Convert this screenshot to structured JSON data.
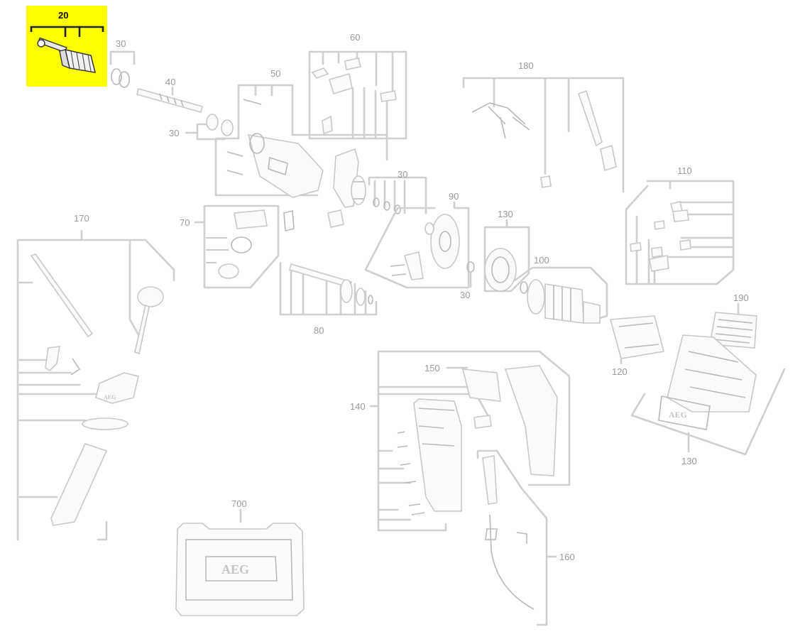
{
  "highlight_color": "#ffff00",
  "brand": "AEG",
  "labels": {
    "g20": "20",
    "g30a": "30",
    "g30b": "30",
    "g30c": "30",
    "g30d": "30",
    "g40": "40",
    "g50": "50",
    "g60": "60",
    "g70": "70",
    "g80": "80",
    "g90": "90",
    "g100": "100",
    "g110": "110",
    "g120": "120",
    "g130a": "130",
    "g130b": "130",
    "g140": "140",
    "g150": "150",
    "g160": "160",
    "g170": "170",
    "g180": "180",
    "g190": "190",
    "g700": "700"
  }
}
